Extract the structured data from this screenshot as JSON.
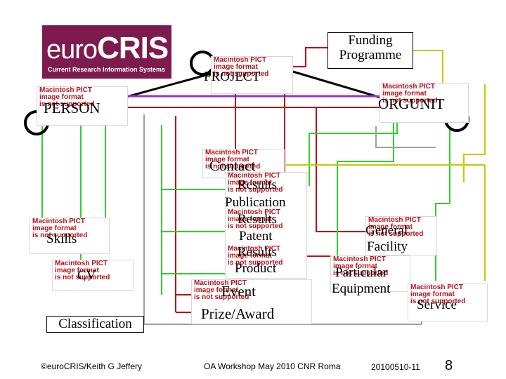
{
  "logo": {
    "word": "euro",
    "word_bold": "CRIS",
    "tagline": "Current Research Information Systems",
    "color": "#7e1b4e"
  },
  "placeholder_text": [
    "Macintosh PICT",
    "image format",
    "is not supported"
  ],
  "entities": {
    "project": "PROJECT",
    "person": "PERSON",
    "orgunit": "ORGUNIT",
    "funding_line1": "Funding",
    "funding_line2": "Programme",
    "contact": "Contact",
    "results_publication_1": "Results",
    "results_publication_2": "Publication",
    "results_patent_1": "Results",
    "results_patent_2": "Patent",
    "results_product_1": "Results",
    "results_product_2": "Product",
    "event": "Event",
    "prize": "Prize/Award",
    "skills": "Skills",
    "cv": "CV",
    "classification": "Classification",
    "facility_1": "General",
    "facility_2": "Facility",
    "equipment_1": "Particular",
    "equipment_2": "Equipment",
    "service": "Service"
  },
  "colors": {
    "red": "#b5121b",
    "green": "#33cc33",
    "olive": "#c8c800",
    "purple": "#9933cc",
    "gray": "#a0a0a0",
    "black": "#000000"
  },
  "footer": {
    "copyright": "©euroCRIS/Keith G Jeffery",
    "event": "OA Workshop May 2010 CNR Roma",
    "date": "20100510-11",
    "page": "8"
  }
}
